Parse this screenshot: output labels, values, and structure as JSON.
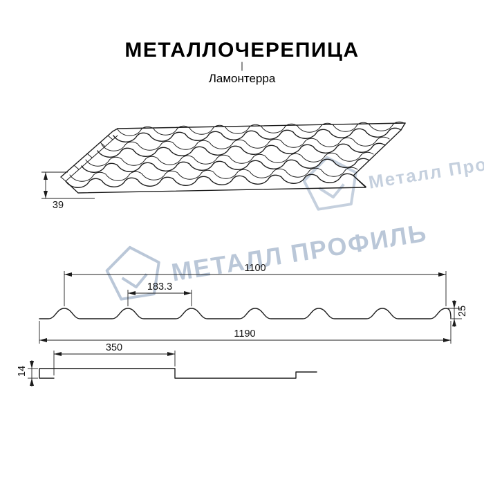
{
  "header": {
    "title": "МЕТАЛЛОЧЕРЕПИЦА",
    "subtitle": "Ламонтерра"
  },
  "watermark": {
    "text_main": "МЕТАЛЛ ПРОФИЛЬ",
    "text_secondary": "Металл Профиль",
    "color": "#b7c5d6"
  },
  "dimensions": {
    "eave_step_height": "39",
    "cover_width": "1100",
    "wave_pitch": "183.3",
    "profile_height": "25",
    "overall_width": "1190",
    "module_length": "350",
    "module_step_height": "14"
  },
  "colors": {
    "background": "#ffffff",
    "line": "#1c1c1c",
    "watermark": "#b7c5d6"
  }
}
